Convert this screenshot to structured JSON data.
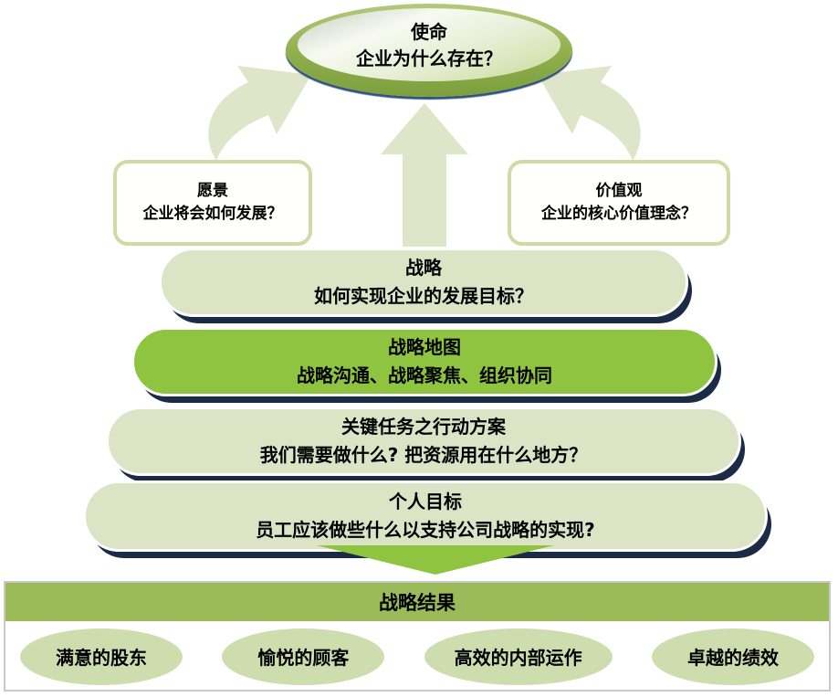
{
  "colors": {
    "olive_green": "#9bbb59",
    "bright_green": "#8ec440",
    "pale_green_bar": "#dde4c6",
    "pale_arrow": "#dfe5c9",
    "result_oval": "#cdddae",
    "shadow_navy": "#1b2a45",
    "box_border": "#ccdca4"
  },
  "mission": {
    "title": "使命",
    "subtitle": "企业为什么存在？"
  },
  "vision": {
    "title": "愿景",
    "subtitle": "企业将会如何发展？"
  },
  "values": {
    "title": "价值观",
    "subtitle": "企业的核心价值理念？"
  },
  "pyramid": [
    {
      "title": "战略",
      "subtitle": "如何实现企业的发展目标？",
      "highlight": false
    },
    {
      "title": "战略地图",
      "subtitle": "战略沟通、战略聚焦、组织协同",
      "highlight": true
    },
    {
      "title": "关键任务之行动方案",
      "subtitle": "我们需要做什么? 把资源用在什么地方？",
      "highlight": false
    },
    {
      "title": "个人目标",
      "subtitle": "员工应该做些什么以支持公司战略的实现?",
      "highlight": false
    }
  ],
  "results": {
    "header": "战略结果",
    "items": [
      "满意的股东",
      "愉悦的顾客",
      "高效的内部运作",
      "卓越的绩效"
    ]
  }
}
